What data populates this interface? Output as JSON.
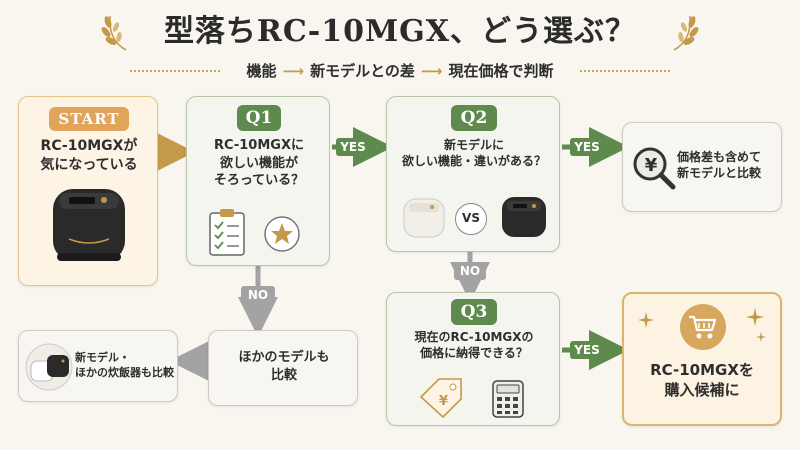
{
  "header": {
    "title": "型落ちRC-10MGX、どう選ぶ？",
    "subtitle_parts": [
      "機能",
      "新モデルとの差",
      "現在価格で判断"
    ],
    "subtitle_arrow": "⟶"
  },
  "start": {
    "badge": "START",
    "line1": "RC-10MGXが",
    "line2": "気になっている"
  },
  "q1": {
    "badge": "Q1",
    "line1": "RC-10MGXに",
    "line2": "欲しい機能が",
    "line3": "そろっている？"
  },
  "q2": {
    "badge": "Q2",
    "line1": "新モデルに",
    "line2": "欲しい機能・違いがある？",
    "vs": "VS"
  },
  "q3": {
    "badge": "Q3",
    "line1": "現在のRC-10MGXの",
    "line2": "価格に納得できる？"
  },
  "result_compare_price": {
    "line1": "価格差も含めて",
    "line2": "新モデルと比較",
    "icon_glyph": "¥"
  },
  "other_models": {
    "line1": "ほかのモデルも",
    "line2": "比較"
  },
  "compare_note": {
    "line1": "新モデル・",
    "line2": "ほかの炊飯器も比較"
  },
  "result_buy": {
    "line1": "RC-10MGXを",
    "line2": "購入候補に"
  },
  "labels": {
    "yes": "YES",
    "no": "NO"
  },
  "colors": {
    "green": "#5f8a4e",
    "orange": "#e0a45a",
    "gold": "#c49a4a",
    "gray": "#a3a3a3"
  }
}
